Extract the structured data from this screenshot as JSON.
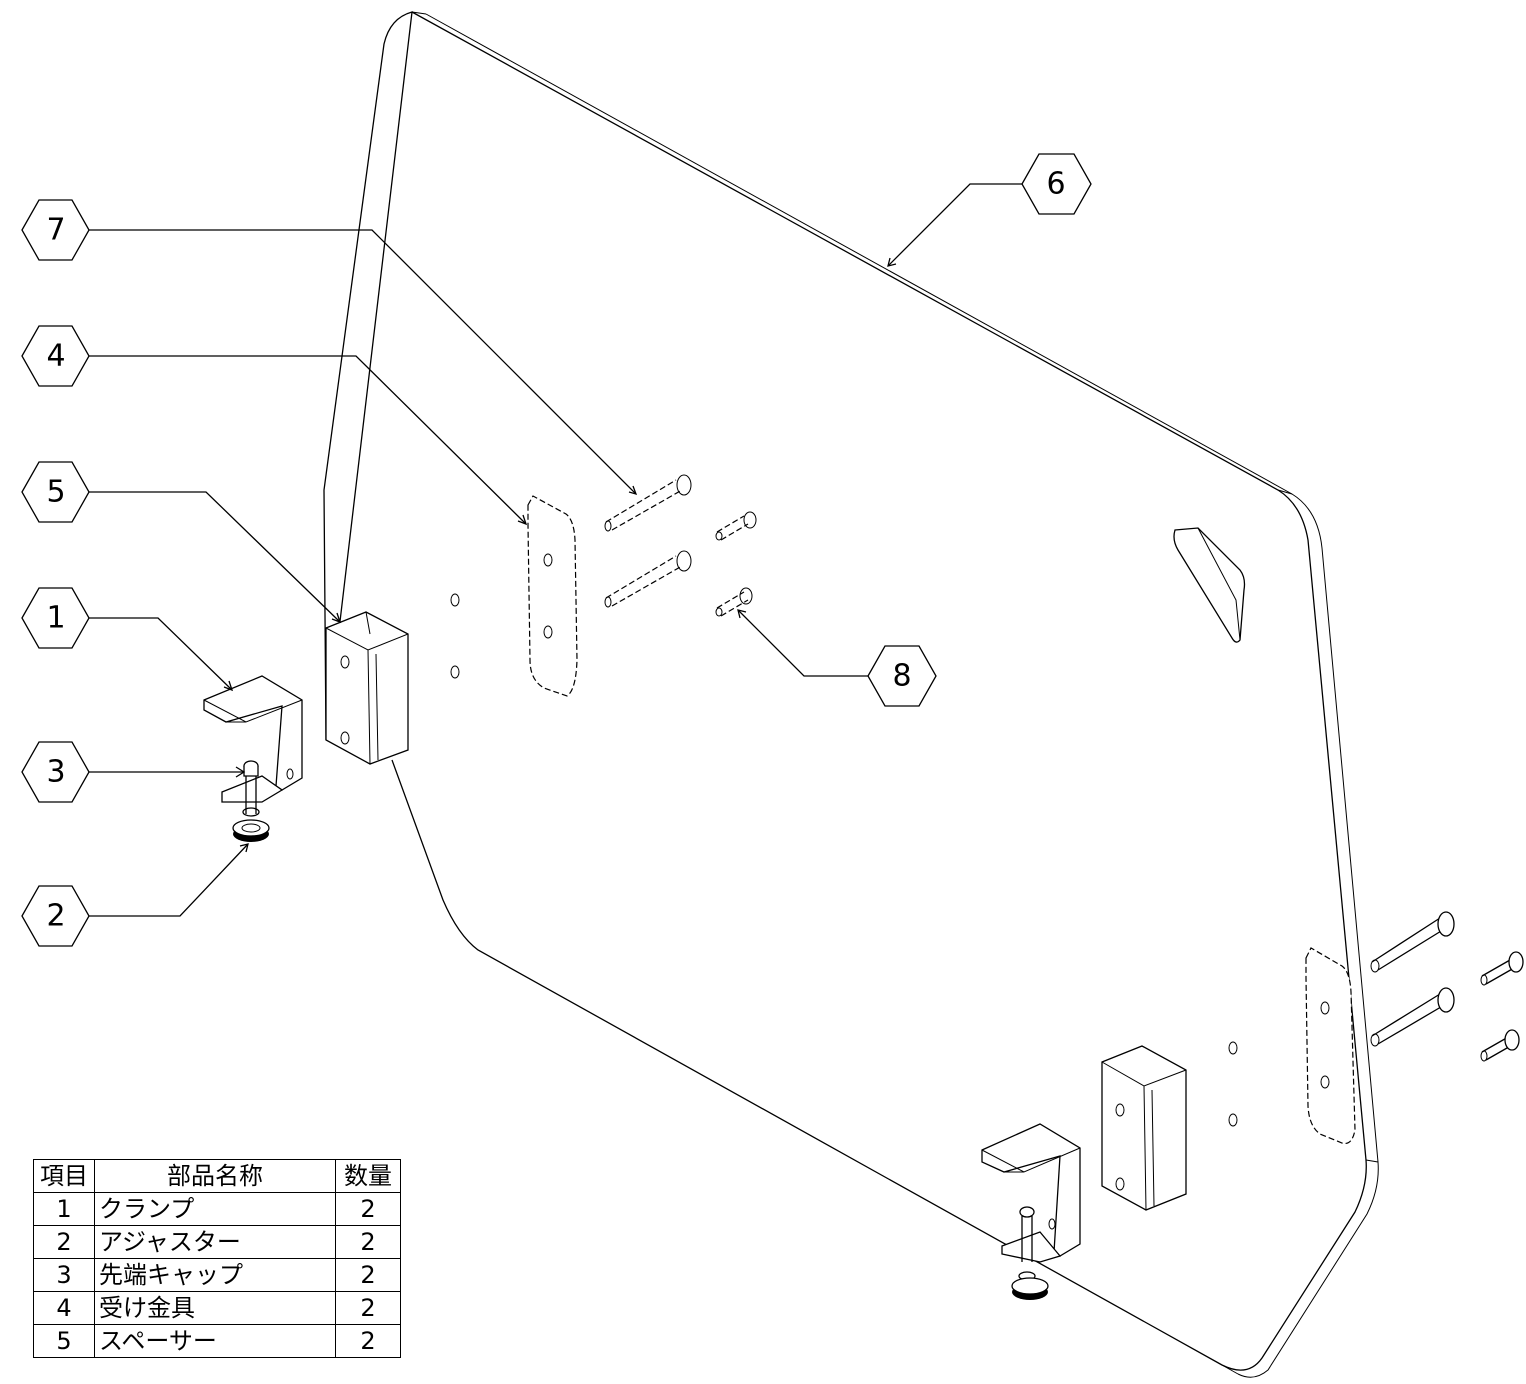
{
  "balloons": [
    {
      "id": "b7",
      "label": "7"
    },
    {
      "id": "b4",
      "label": "4"
    },
    {
      "id": "b5",
      "label": "5"
    },
    {
      "id": "b1",
      "label": "1"
    },
    {
      "id": "b3",
      "label": "3"
    },
    {
      "id": "b2",
      "label": "2"
    },
    {
      "id": "b6",
      "label": "6"
    },
    {
      "id": "b8",
      "label": "8"
    }
  ],
  "parts_table": {
    "headers": {
      "no": "項目",
      "name": "部品名称",
      "qty": "数量"
    },
    "rows": [
      {
        "no": "1",
        "name": "クランプ",
        "qty": "2"
      },
      {
        "no": "2",
        "name": "アジャスター",
        "qty": "2"
      },
      {
        "no": "3",
        "name": "先端キャップ",
        "qty": "2"
      },
      {
        "no": "4",
        "name": "受け金具",
        "qty": "2"
      },
      {
        "no": "5",
        "name": "スペーサー",
        "qty": "2"
      }
    ]
  }
}
